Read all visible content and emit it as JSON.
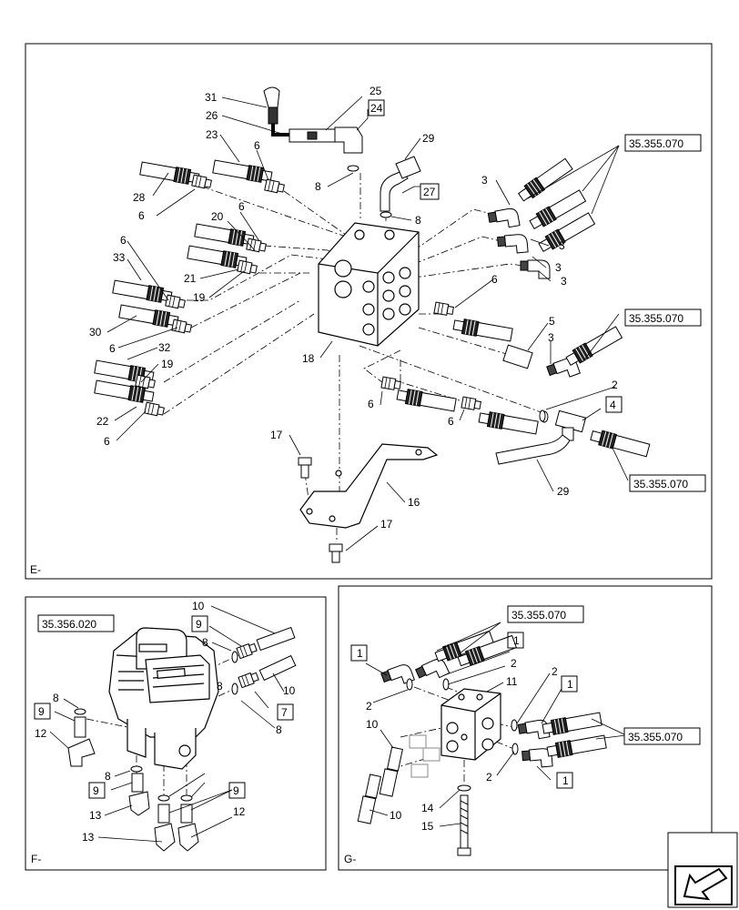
{
  "panels": {
    "e": {
      "label": "E-"
    },
    "f": {
      "label": "F-"
    },
    "g": {
      "label": "G-"
    }
  },
  "refs": {
    "e_top": "35.355.070",
    "e_mid": "35.355.070",
    "e_bot": "35.355.070",
    "f_top": "35.356.020",
    "g_top": "35.355.070",
    "g_right": "35.355.070"
  },
  "callouts_e": [
    "31",
    "25",
    "24",
    "26",
    "23",
    "6",
    "29",
    "28",
    "6",
    "8",
    "27",
    "8",
    "3",
    "3",
    "3",
    "3",
    "6",
    "20",
    "21",
    "19",
    "6",
    "33",
    "6",
    "30",
    "6",
    "18",
    "5",
    "3",
    "32",
    "19",
    "2",
    "6",
    "4",
    "22",
    "6",
    "6",
    "17",
    "29",
    "16",
    "17"
  ],
  "callouts_f": [
    "10",
    "9",
    "8",
    "8",
    "10",
    "7",
    "8",
    "9",
    "12",
    "8",
    "9",
    "13",
    "8",
    "9",
    "13",
    "12"
  ],
  "callouts_g": [
    "1",
    "1",
    "2",
    "11",
    "1",
    "2",
    "2",
    "10",
    "2",
    "10",
    "14",
    "15",
    "1"
  ],
  "nav": {
    "icon": "arrow-back-icon"
  }
}
